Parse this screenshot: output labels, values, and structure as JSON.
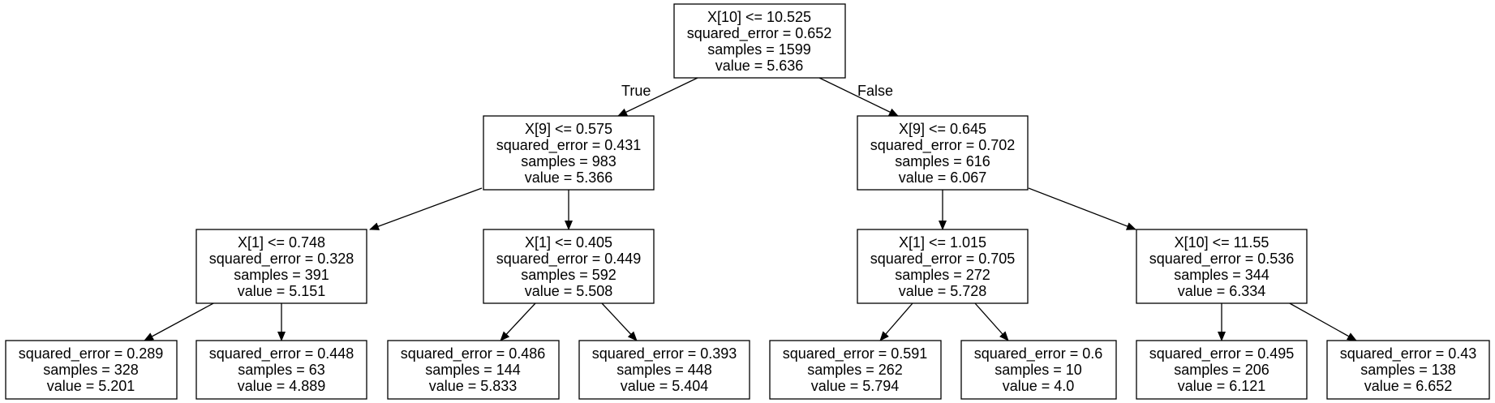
{
  "tree": {
    "root": {
      "lines": [
        "X[10] <= 10.525",
        "squared_error = 0.652",
        "samples = 1599",
        "value = 5.636"
      ]
    },
    "edge_labels": {
      "true_label": "True",
      "false_label": "False"
    },
    "level1": [
      {
        "lines": [
          "X[9] <= 0.575",
          "squared_error = 0.431",
          "samples = 983",
          "value = 5.366"
        ]
      },
      {
        "lines": [
          "X[9] <= 0.645",
          "squared_error = 0.702",
          "samples = 616",
          "value = 6.067"
        ]
      }
    ],
    "level2": [
      {
        "lines": [
          "X[1] <= 0.748",
          "squared_error = 0.328",
          "samples = 391",
          "value = 5.151"
        ]
      },
      {
        "lines": [
          "X[1] <= 0.405",
          "squared_error = 0.449",
          "samples = 592",
          "value = 5.508"
        ]
      },
      {
        "lines": [
          "X[1] <= 1.015",
          "squared_error = 0.705",
          "samples = 272",
          "value = 5.728"
        ]
      },
      {
        "lines": [
          "X[10] <= 11.55",
          "squared_error = 0.536",
          "samples = 344",
          "value = 6.334"
        ]
      }
    ],
    "leaves": [
      {
        "lines": [
          "squared_error = 0.289",
          "samples = 328",
          "value = 5.201"
        ]
      },
      {
        "lines": [
          "squared_error = 0.448",
          "samples = 63",
          "value = 4.889"
        ]
      },
      {
        "lines": [
          "squared_error = 0.486",
          "samples = 144",
          "value = 5.833"
        ]
      },
      {
        "lines": [
          "squared_error = 0.393",
          "samples = 448",
          "value = 5.404"
        ]
      },
      {
        "lines": [
          "squared_error = 0.591",
          "samples = 262",
          "value = 5.794"
        ]
      },
      {
        "lines": [
          "squared_error = 0.6",
          "samples = 10",
          "value = 4.0"
        ]
      },
      {
        "lines": [
          "squared_error = 0.495",
          "samples = 206",
          "value = 6.121"
        ]
      },
      {
        "lines": [
          "squared_error = 0.43",
          "samples = 138",
          "value = 6.652"
        ]
      }
    ]
  }
}
